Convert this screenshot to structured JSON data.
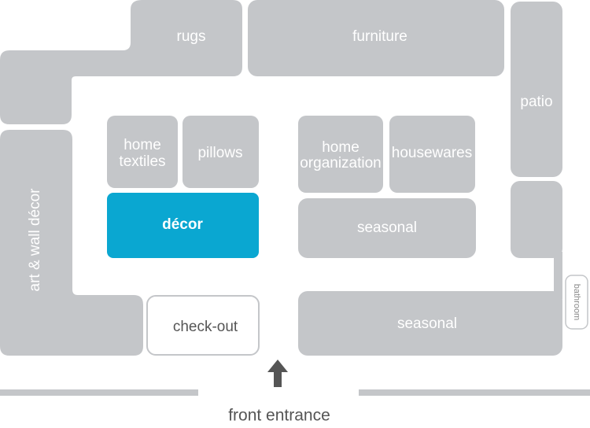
{
  "map": {
    "colors": {
      "section": "#c4c6c9",
      "highlight": "#0aa7d1",
      "outline": "#c4c6c9",
      "wall": "#c4c6c9",
      "arrow": "#555555",
      "text_light": "#ffffff",
      "text_dark": "#555555"
    },
    "sections": {
      "rugs": "rugs",
      "furniture": "furniture",
      "patio": "patio",
      "home_textiles_line1": "home",
      "home_textiles_line2": "textiles",
      "pillows": "pillows",
      "home_org_line1": "home",
      "home_org_line2": "organization",
      "housewares": "housewares",
      "decor": "décor",
      "seasonal_middle": "seasonal",
      "art_wall_decor": "art & wall décor",
      "checkout": "check-out",
      "seasonal_bottom": "seasonal",
      "bathroom": "bathroom"
    },
    "highlighted_section": "décor",
    "entrance_label": "front entrance",
    "entrance_arrow_icon": "arrow-up-icon"
  }
}
